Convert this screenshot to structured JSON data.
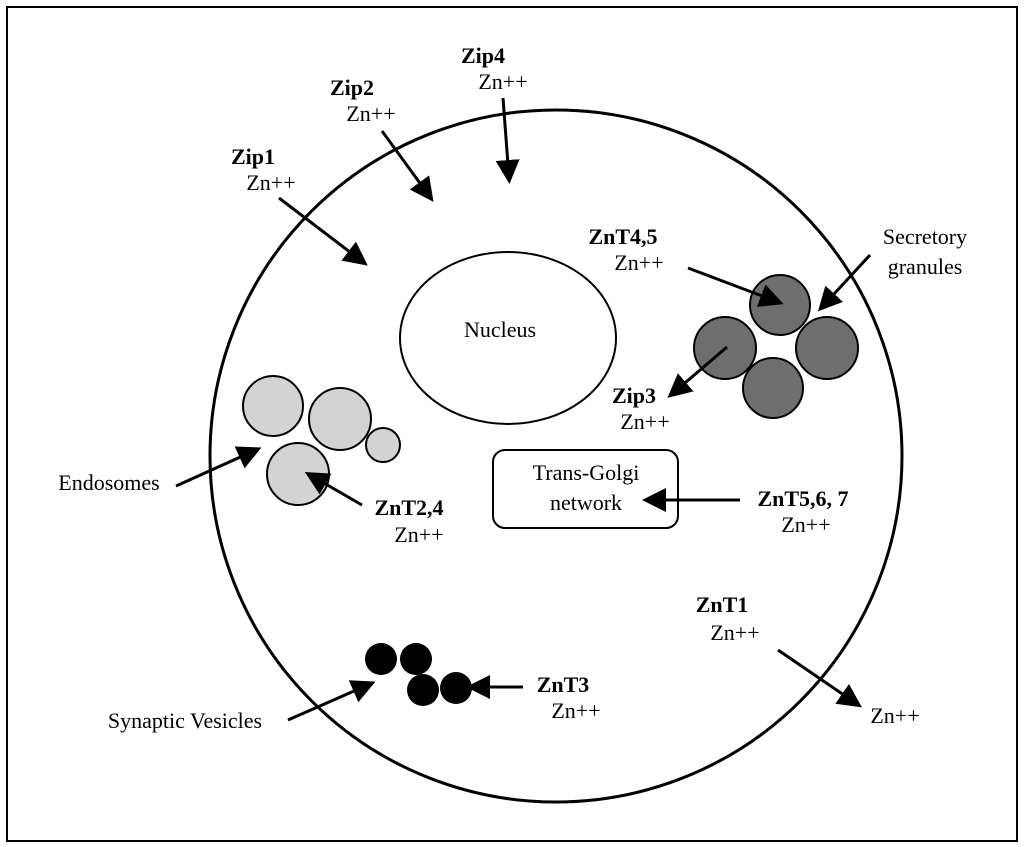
{
  "transporters": {
    "zip1": {
      "name": "Zip1",
      "ion": "Zn++"
    },
    "zip2": {
      "name": "Zip2",
      "ion": "Zn++"
    },
    "zip3": {
      "name": "Zip3",
      "ion": "Zn++"
    },
    "zip4": {
      "name": "Zip4",
      "ion": "Zn++"
    },
    "znt1": {
      "name": "ZnT1",
      "ion": "Zn++",
      "ion_out": "Zn++"
    },
    "znt24": {
      "name": "ZnT2,4",
      "ion": "Zn++"
    },
    "znt3": {
      "name": "ZnT3",
      "ion": "Zn++"
    },
    "znt45": {
      "name": "ZnT4,5",
      "ion": "Zn++"
    },
    "znt567": {
      "name": "ZnT5,6, 7",
      "ion": "Zn++"
    }
  },
  "organelles": {
    "nucleus": "Nucleus",
    "golgi_line1": "Trans-Golgi",
    "golgi_line2": "network",
    "endosomes": "Endosomes",
    "secretory_line1": "Secretory",
    "secretory_line2": "granules",
    "synaptic": "Synaptic Vesicles"
  },
  "colors": {
    "endosome_fill": "#d3d3d3",
    "granule_fill": "#6e6e6e",
    "vesicle_fill": "#000000"
  }
}
